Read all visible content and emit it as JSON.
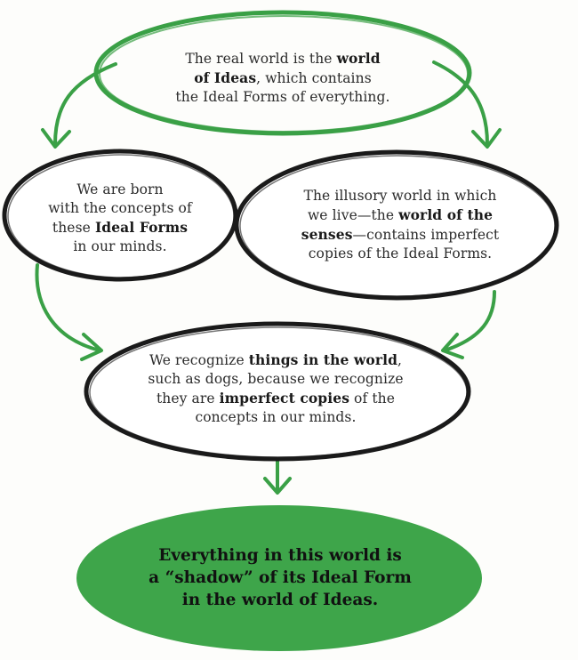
{
  "colors": {
    "accent_green": "#3aa046",
    "final_fill": "#3ea54a",
    "ellipse_stroke": "#1a1a1a",
    "text": "#2b2b2b"
  },
  "nodes": {
    "ideas": {
      "lines": [
        [
          {
            "t": "The real world is the "
          },
          {
            "t": "world",
            "b": true
          }
        ],
        [
          {
            "t": "of Ideas",
            "b": true
          },
          {
            "t": ", which contains"
          }
        ],
        [
          {
            "t": "the Ideal Forms of everything."
          }
        ]
      ]
    },
    "born": {
      "lines": [
        [
          {
            "t": "We are born"
          }
        ],
        [
          {
            "t": "with the concepts of"
          }
        ],
        [
          {
            "t": "these "
          },
          {
            "t": "Ideal Forms",
            "b": true
          }
        ],
        [
          {
            "t": "in our minds."
          }
        ]
      ]
    },
    "senses": {
      "lines": [
        [
          {
            "t": "The illusory world in which"
          }
        ],
        [
          {
            "t": "we live—the "
          },
          {
            "t": "world of the",
            "b": true
          }
        ],
        [
          {
            "t": "senses",
            "b": true
          },
          {
            "t": "—contains imperfect"
          }
        ],
        [
          {
            "t": "copies of the Ideal Forms."
          }
        ]
      ]
    },
    "recognize": {
      "lines": [
        [
          {
            "t": "We recognize "
          },
          {
            "t": "things in the world",
            "b": true
          },
          {
            "t": ","
          }
        ],
        [
          {
            "t": "such as dogs, because we recognize"
          }
        ],
        [
          {
            "t": "they are "
          },
          {
            "t": "imperfect copies",
            "b": true
          },
          {
            "t": " of the"
          }
        ],
        [
          {
            "t": "concepts in our minds."
          }
        ]
      ]
    },
    "conclusion": {
      "lines": [
        "Everything in this world is",
        "a “shadow” of its Ideal Form",
        "in the world of Ideas."
      ]
    }
  }
}
